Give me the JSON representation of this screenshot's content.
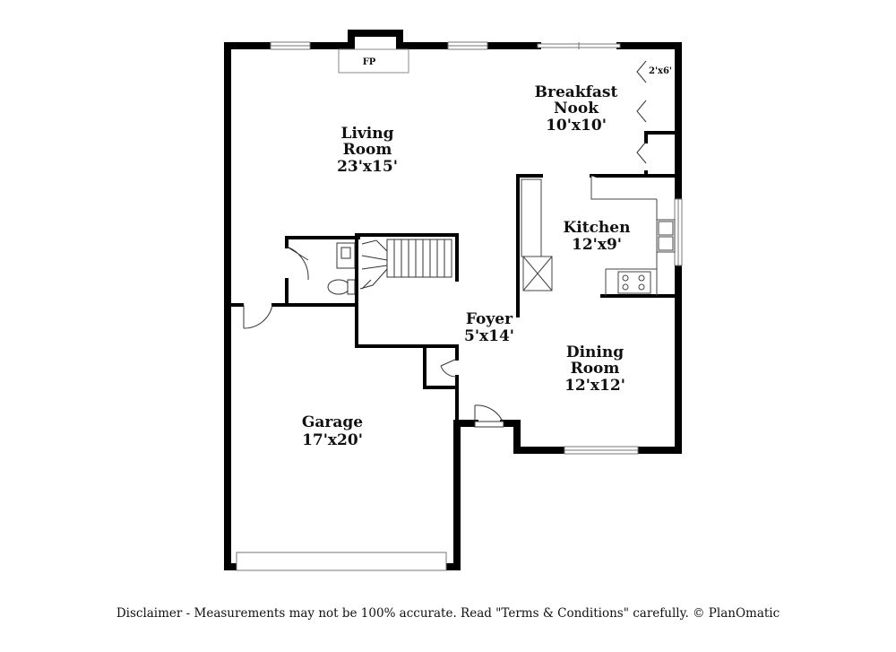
{
  "rooms": {
    "living": {
      "name1": "Living",
      "name2": "Room",
      "size": "23'x15'"
    },
    "breakfast": {
      "name1": "Breakfast",
      "name2": "Nook",
      "size": "10'x10'"
    },
    "kitchen": {
      "name": "Kitchen",
      "size": "12'x9'"
    },
    "foyer": {
      "name": "Foyer",
      "size": "5'x14'"
    },
    "dining": {
      "name1": "Dining",
      "name2": "Room",
      "size": "12'x12'"
    },
    "garage": {
      "name": "Garage",
      "size": "17'x20'"
    }
  },
  "labels": {
    "fireplace": "FP",
    "closet": "2'x6'"
  },
  "disclaimer": "Disclaimer - Measurements may not be 100% accurate. Read \"Terms & Conditions\" carefully. © PlanOmatic"
}
